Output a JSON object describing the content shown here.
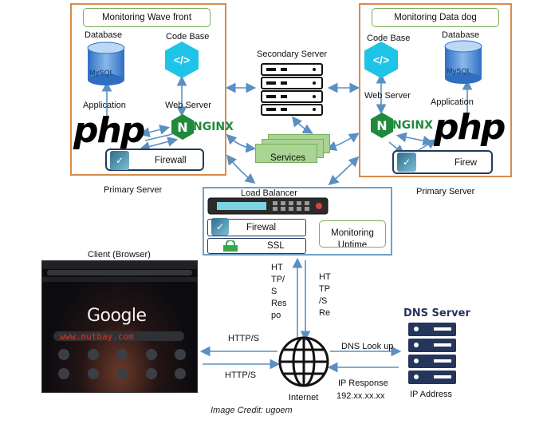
{
  "left_server": {
    "title": "Monitoring Wave front",
    "database_label": "Database",
    "codebase_label": "Code Base",
    "application_label": "Application",
    "webserver_label": "Web Server",
    "php_text": "php",
    "nginx_text": "NGINX",
    "firewall_label": "Firewall",
    "mysql_text": "MySQL",
    "caption": "Primary Server"
  },
  "right_server": {
    "title": "Monitoring Data dog",
    "codebase_label": "Code Base",
    "database_label": "Database",
    "webserver_label": "Web Server",
    "application_label": "Application",
    "php_text": "php",
    "nginx_text": "NGINX",
    "firewall_label": "Firew",
    "mysql_text": "MySQL",
    "caption": "Primary Server"
  },
  "secondary_server": {
    "label": "Secondary Server"
  },
  "services": {
    "label": "Services"
  },
  "load_balancer": {
    "title": "Load Balancer",
    "firewall_label": "Firewal",
    "ssl_label": "SSL",
    "monitoring_label": "Monitoring Uptime"
  },
  "client": {
    "label": "Client (Browser)",
    "google_text": "Google",
    "watermark": "www.nutbay.com"
  },
  "connections": {
    "https_upper": "HTTP/S",
    "https_lower": "HTTP/S",
    "https_response_lines": [
      "HT",
      "TP/",
      "S",
      "Res",
      "po"
    ],
    "https_request_lines": [
      "HT",
      "TP",
      "/S",
      "Re"
    ],
    "dns_lookup": "DNS Look up",
    "ip_response": "IP Response",
    "ip_value": "192.xx.xx.xx"
  },
  "internet": {
    "label": "Internet"
  },
  "dns_server": {
    "title": "DNS Server",
    "caption": "IP Address"
  },
  "credit": "Image Credit: ugoem",
  "colors": {
    "orange_border": "#d98a4a",
    "blue_border": "#6fa0c8",
    "green_border": "#7aae5a",
    "arrow": "#5b8fc2",
    "navy": "#1f3a60"
  }
}
